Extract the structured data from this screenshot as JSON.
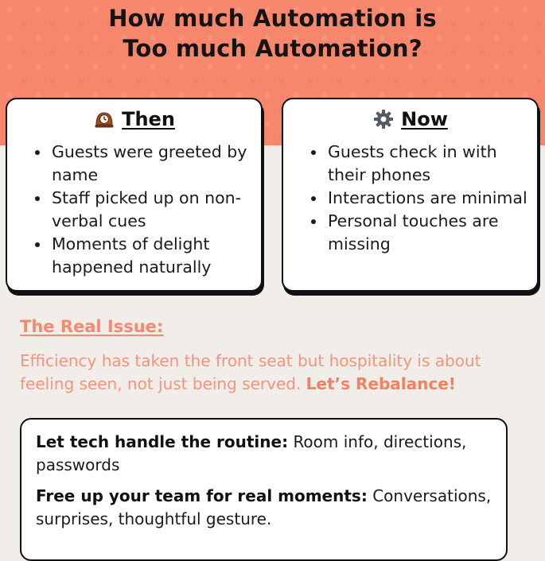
{
  "header": {
    "title_line1": "How much Automation is",
    "title_line2": "Too much Automation?",
    "background_color": "#f7876c"
  },
  "then_card": {
    "icon": "mantel-clock-icon",
    "heading": "Then",
    "items": [
      "Guests were greeted by name",
      "Staff picked up on non-verbal cues",
      "Moments of delight happened naturally"
    ]
  },
  "now_card": {
    "icon": "gear-icon",
    "heading": "Now",
    "items": [
      "Guests check in with their phones",
      "Interactions are minimal",
      "Personal touches are missing"
    ]
  },
  "issue": {
    "heading": "The Real Issue:",
    "text": "Efficiency has taken the front seat but hospitality is about feeling seen, not just being served.",
    "emphasis": "Let’s Rebalance!",
    "accent_color": "#f48a70"
  },
  "tips": [
    {
      "label": "Let tech handle the routine:",
      "text": "Room info, directions, passwords"
    },
    {
      "label": "Free up your team for real moments:",
      "text": "Conversations, surprises, thoughtful gesture."
    }
  ]
}
